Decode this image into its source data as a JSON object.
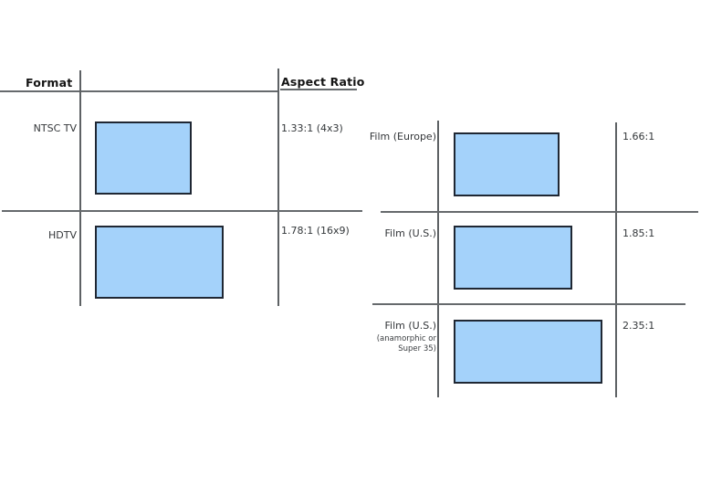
{
  "colors": {
    "rect_fill": "#a4d2fa",
    "rect_border": "#1f2733",
    "rule_gray": "#666a6d",
    "text": "#333639"
  },
  "left_table": {
    "format_header": "Format",
    "ratio_header": "Aspect Ratio",
    "rows": [
      {
        "label": "NTSC TV",
        "ratio": "1.33:1 (4x3)"
      },
      {
        "label": "HDTV",
        "ratio": "1.78:1 (16x9)"
      }
    ]
  },
  "right_table": {
    "rows": [
      {
        "label": "Film (Europe)",
        "ratio": "1.66:1"
      },
      {
        "label": "Film (U.S.)",
        "ratio": "1.85:1"
      },
      {
        "label": "Film (U.S.)",
        "sublabel": "(anamorphic or Super 35)",
        "ratio": "2.35:1"
      }
    ]
  }
}
